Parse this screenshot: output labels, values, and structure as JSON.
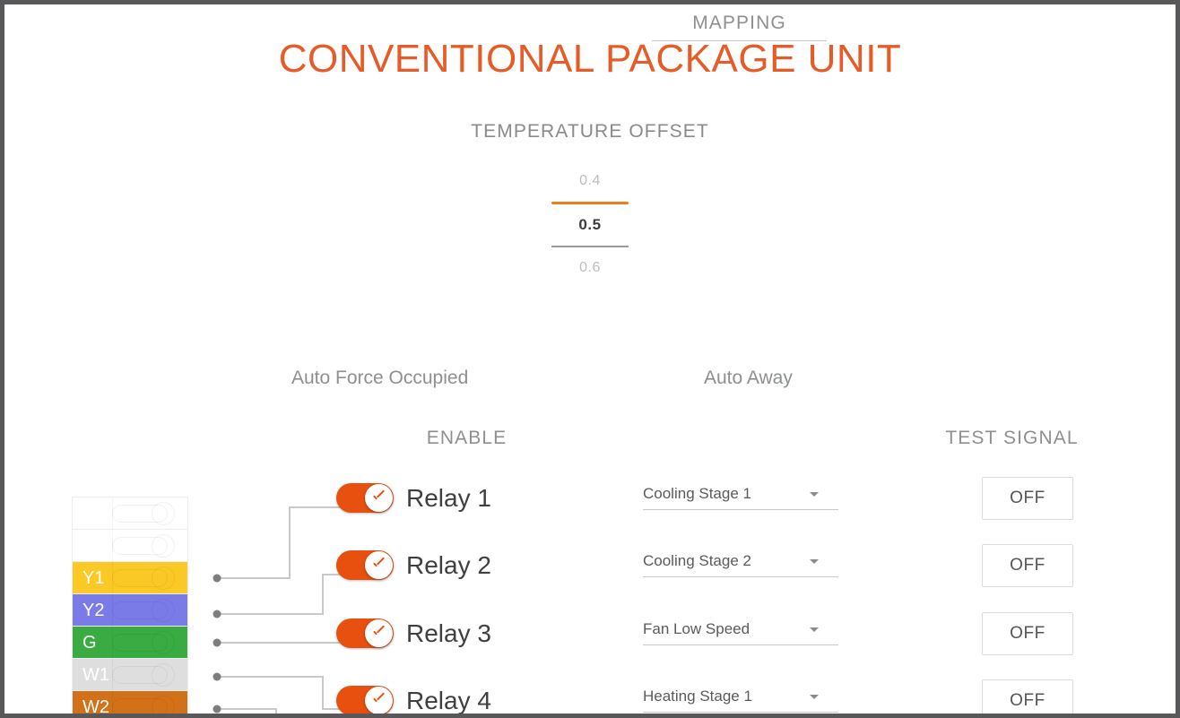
{
  "header": {
    "title": "CONVENTIONAL PACKAGE UNIT",
    "title_color": "#e65c28"
  },
  "temperature_offset": {
    "label": "TEMPERATURE OFFSET",
    "previous_value": "0.4",
    "selected_value": "0.5",
    "next_value": "0.6",
    "top_rule_color": "#ef7d1b",
    "bottom_rule_color": "#9a9a9a"
  },
  "section_labels": {
    "auto_force_occupied": "Auto Force Occupied",
    "auto_away": "Auto Away"
  },
  "columns": {
    "enable": "ENABLE",
    "mapping": "MAPPING",
    "test_signal": "TEST SIGNAL"
  },
  "terminal_block": {
    "rows": [
      {
        "label": "",
        "color": "#ffffff"
      },
      {
        "label": "",
        "color": "#ffffff"
      },
      {
        "label": "Y1",
        "color": "#fbc926"
      },
      {
        "label": "Y2",
        "color": "#7b7be8"
      },
      {
        "label": "G",
        "color": "#3aaa42"
      },
      {
        "label": "W1",
        "color": "#dedede"
      },
      {
        "label": "W2",
        "color": "#d2711a"
      }
    ]
  },
  "relays": [
    {
      "name": "Relay 1",
      "enabled": "on",
      "mapping": "Cooling Stage 1",
      "test_signal": "OFF"
    },
    {
      "name": "Relay 2",
      "enabled": "on",
      "mapping": "Cooling Stage 2",
      "test_signal": "OFF"
    },
    {
      "name": "Relay 3",
      "enabled": "on",
      "mapping": "Fan Low Speed",
      "test_signal": "OFF"
    },
    {
      "name": "Relay 4",
      "enabled": "on",
      "mapping": "Heating Stage 1",
      "test_signal": "OFF"
    }
  ],
  "theme": {
    "toggle_on_color": "#e8500f",
    "muted_text": "#8d8f91",
    "frame_color": "#58585a"
  }
}
